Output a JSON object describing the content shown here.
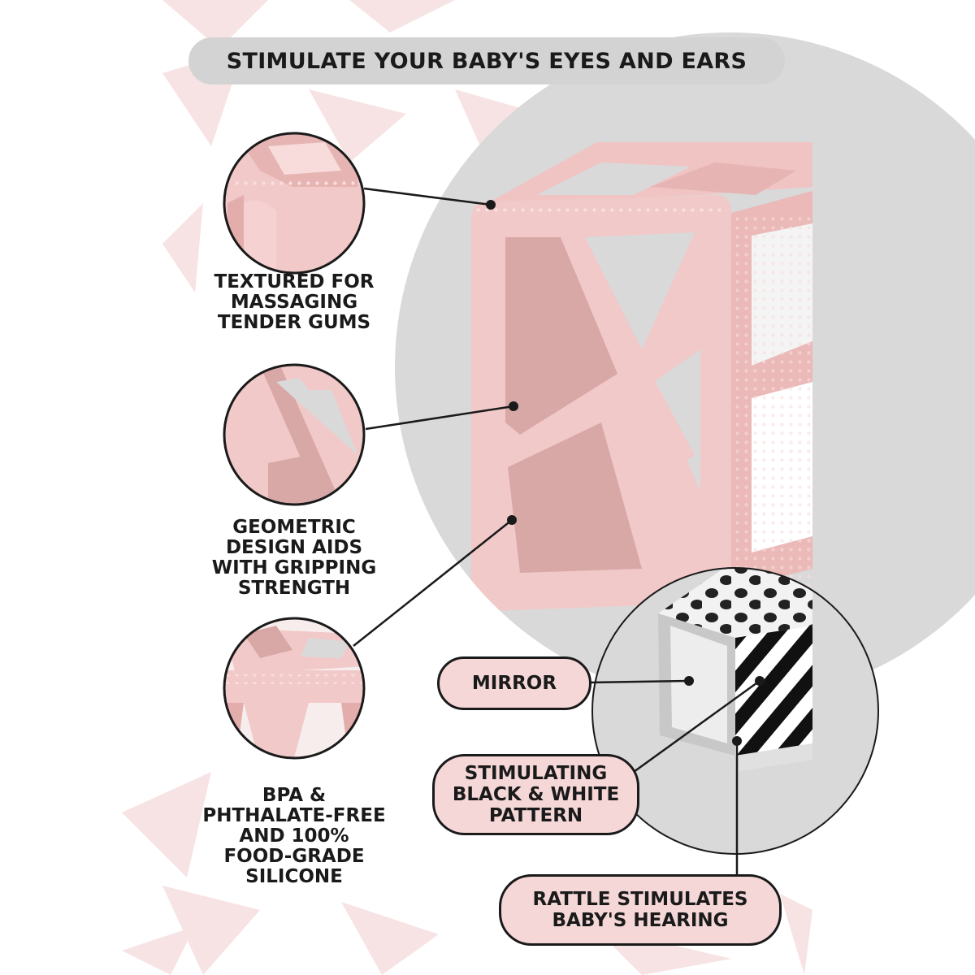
{
  "banner": {
    "text": "STIMULATE YOUR BABY'S EYES AND EARS"
  },
  "features": [
    {
      "text": "TEXTURED FOR\nMASSAGING\nTENDER GUMS"
    },
    {
      "text": "GEOMETRIC\nDESIGN AIDS\nWITH GRIPPING\nSTRENGTH"
    },
    {
      "text": "BPA &\nPHTHALATE-FREE\nAND 100%\nFOOD-GRADE\nSILICONE"
    }
  ],
  "callouts": [
    {
      "text": "MIRROR"
    },
    {
      "text": "STIMULATING\nBLACK & WHITE\nPATTERN"
    },
    {
      "text": "RATTLE STIMULATES\nBABY'S HEARING"
    }
  ],
  "colors": {
    "background": "#ffffff",
    "banner_gray": "#d3d3d3",
    "backdrop_gray": "#d9d9d9",
    "silicone_pink": "#f1c9c8",
    "pale_pink_pattern": "#f7e3e3",
    "pill_pink": "#f5d7d7",
    "outline_black": "#1a1a1a"
  },
  "icons": [
    "teether-cube-illustration",
    "rattle-cube-illustration",
    "zoom-circle"
  ]
}
